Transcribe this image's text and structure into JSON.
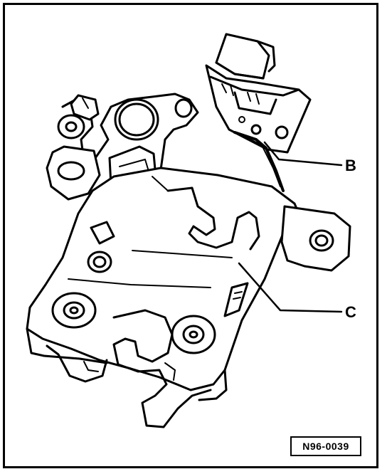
{
  "callouts": {
    "b": "B",
    "c": "C"
  },
  "reference_code": "N96-0039",
  "colors": {
    "line": "#000000",
    "background": "#ffffff"
  }
}
